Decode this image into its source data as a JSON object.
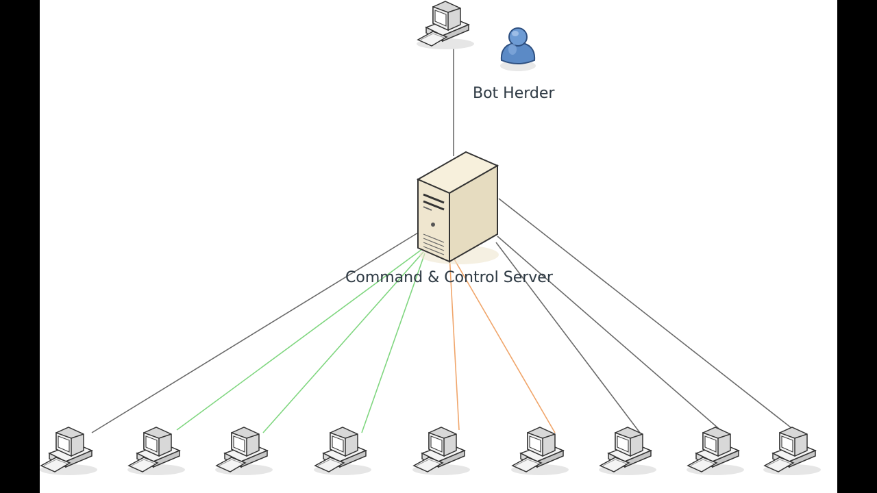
{
  "diagram": {
    "herder_label": "Bot Herder",
    "server_label": "Command & Control Server",
    "bot_count": 9,
    "colors": {
      "background": "#ffffff",
      "side_bars": "#000000",
      "link_default": "#6a6a6a",
      "link_green": "#7fd67f",
      "link_orange": "#f0a56a",
      "server_body": "#efe6cf",
      "person": "#5b8ac6"
    },
    "links": [
      {
        "from": "bot-herder-computer",
        "to": "command-control-server",
        "color": "link_default"
      },
      {
        "from": "command-control-server",
        "to": "bot-1",
        "color": "link_default"
      },
      {
        "from": "command-control-server",
        "to": "bot-2",
        "color": "link_green"
      },
      {
        "from": "command-control-server",
        "to": "bot-3",
        "color": "link_green"
      },
      {
        "from": "command-control-server",
        "to": "bot-4",
        "color": "link_green"
      },
      {
        "from": "command-control-server",
        "to": "bot-5",
        "color": "link_orange"
      },
      {
        "from": "command-control-server",
        "to": "bot-6",
        "color": "link_orange"
      },
      {
        "from": "command-control-server",
        "to": "bot-7",
        "color": "link_default"
      },
      {
        "from": "command-control-server",
        "to": "bot-8",
        "color": "link_default"
      },
      {
        "from": "command-control-server",
        "to": "bot-9",
        "color": "link_default"
      }
    ]
  }
}
